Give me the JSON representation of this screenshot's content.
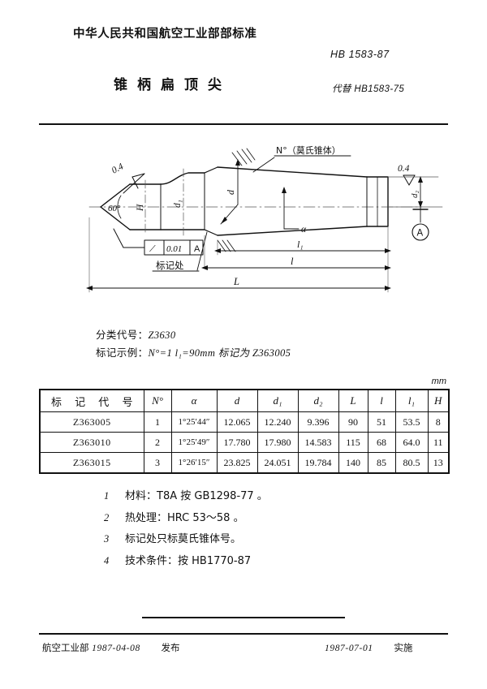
{
  "header": {
    "ministry": "中华人民共和国航空工业部部标准",
    "standard_no": "HB 1583-87",
    "title": "锥柄扁顶尖",
    "replaces": "代替 HB1583-75"
  },
  "drawing": {
    "angle_60": "60°",
    "finish_left": "0.4",
    "finish_right": "0.4",
    "taper_label": "N°（莫氏锥体）",
    "datum_letter": "A",
    "gdt_symbol": "⟋",
    "gdt_tolerance": "0.01",
    "gdt_datum": "A",
    "mark_location": "标记处",
    "dim_H": "H",
    "dim_d1": "d₁",
    "dim_d": "d",
    "dim_d2": "d₂",
    "dim_alpha": "α",
    "dim_l1": "l₁",
    "dim_l": "l",
    "dim_L": "L"
  },
  "codes": {
    "classification_label": "分类代号：",
    "classification_value": "Z3630",
    "marking_example_label": "标记示例：",
    "marking_example_text": "N°=1   l₁=90mm 标记为  Z363005"
  },
  "table": {
    "unit": "mm",
    "columns": [
      "标 记 代 号",
      "N°",
      "α",
      "d",
      "d₁",
      "d₂",
      "L",
      "l",
      "l₁",
      "H"
    ],
    "rows": [
      [
        "Z363005",
        "1",
        "1°25′44″",
        "12.065",
        "12.240",
        "9.396",
        "90",
        "51",
        "53.5",
        "8"
      ],
      [
        "Z363010",
        "2",
        "1°25′49″",
        "17.780",
        "17.980",
        "14.583",
        "115",
        "68",
        "64.0",
        "11"
      ],
      [
        "Z363015",
        "3",
        "1°26′15″",
        "23.825",
        "24.051",
        "19.784",
        "140",
        "85",
        "80.5",
        "13"
      ]
    ]
  },
  "notes": [
    {
      "num": "1",
      "text": "材料：T8A  按 GB1298-77 。"
    },
    {
      "num": "2",
      "text": "热处理：HRC 53～58 。"
    },
    {
      "num": "3",
      "text": "标记处只标莫氏锥体号。"
    },
    {
      "num": "4",
      "text": "技术条件：按 HB1770-87"
    }
  ],
  "footer": {
    "issuer": "航空工业部",
    "issue_date": "1987-04-08",
    "issue_action": "发布",
    "effective_date": "1987-07-01",
    "effective_action": "实施"
  }
}
